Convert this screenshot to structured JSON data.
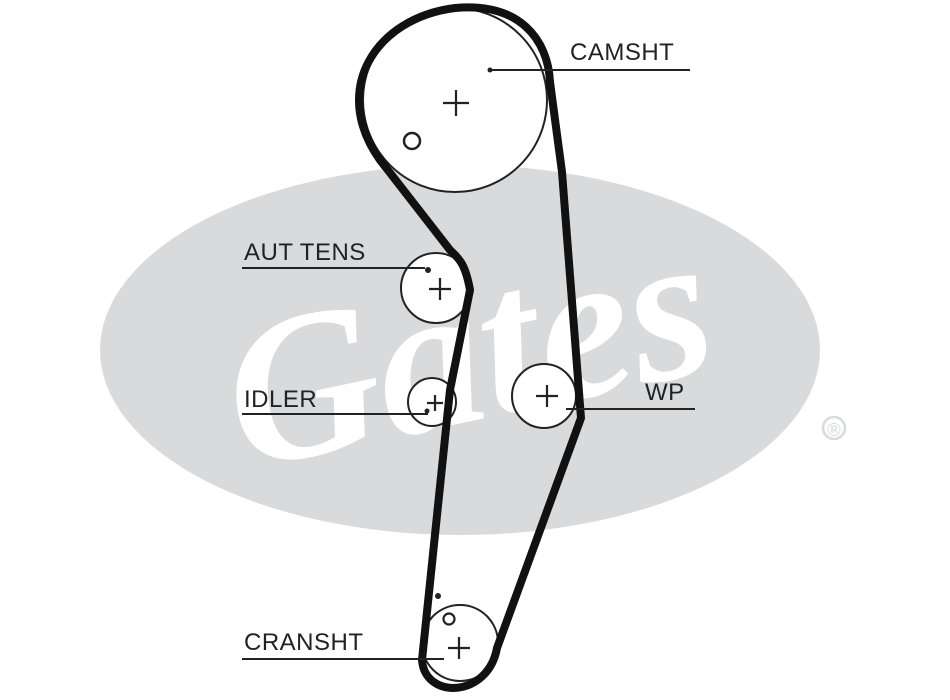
{
  "colors": {
    "watermark": "#d9dadc",
    "watermark_text": "#ffffff",
    "belt": "#111111",
    "line": "#222222",
    "background": "#ffffff"
  },
  "watermark": {
    "logo_text": "Gates",
    "registered_mark": "®"
  },
  "components": {
    "camshaft": {
      "label": "CAMSHT"
    },
    "tensioner": {
      "label": "AUT TENS"
    },
    "idler": {
      "label": "IDLER"
    },
    "water_pump": {
      "label": "WP"
    },
    "crankshaft": {
      "label": "CRANSHT"
    }
  }
}
